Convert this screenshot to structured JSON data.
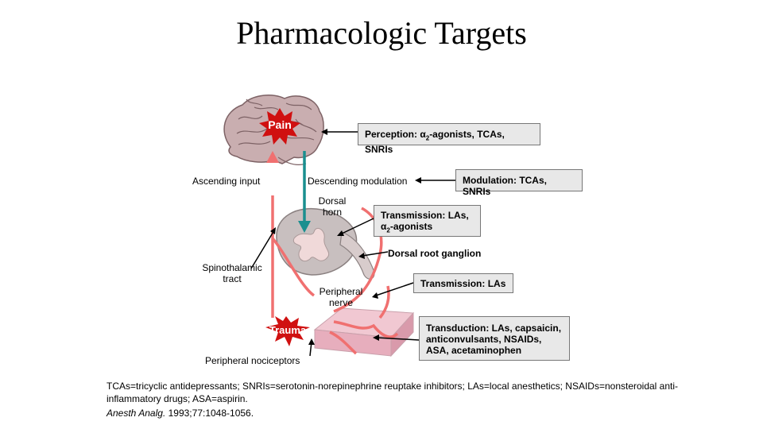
{
  "title": "Pharmacologic Targets",
  "labels": {
    "pain": "Pain",
    "trauma": "Trauma",
    "ascending_input": "Ascending input",
    "descending_modulation": "Descending modulation",
    "dorsal_horn": "Dorsal horn",
    "spinothalamic_tract": "Spinothalamic tract",
    "peripheral_nerve": "Peripheral nerve",
    "peripheral_nociceptors": "Peripheral nociceptors"
  },
  "boxes": {
    "perception": "Perception: α2-agonists, TCAs, SNRIs",
    "modulation": "Modulation: TCAs, SNRIs",
    "transmission_spinal_line1": "Transmission: LAs,",
    "transmission_spinal_line2": "α2-agonists",
    "dorsal_root_ganglion": "Dorsal root ganglion",
    "transmission_peripheral": "Transmission: LAs",
    "transduction": "Transduction: LAs, capsaicin, anticonvulsants, NSAIDs, ASA, acetaminophen"
  },
  "footnote": "TCAs=tricyclic antidepressants; SNRIs=serotonin-norepinephrine reuptake inhibitors; LAs=local anesthetics; NSAIDs=nonsteroidal anti-inflammatory drugs; ASA=aspirin.",
  "citation": {
    "journal": "Anesth Analg.",
    "details": " 1993;77:1048-1056."
  },
  "colors": {
    "ascending": "#f07070",
    "descending": "#1a8f8f",
    "box_fill": "#e8e8e8",
    "starburst": "#d01010"
  }
}
